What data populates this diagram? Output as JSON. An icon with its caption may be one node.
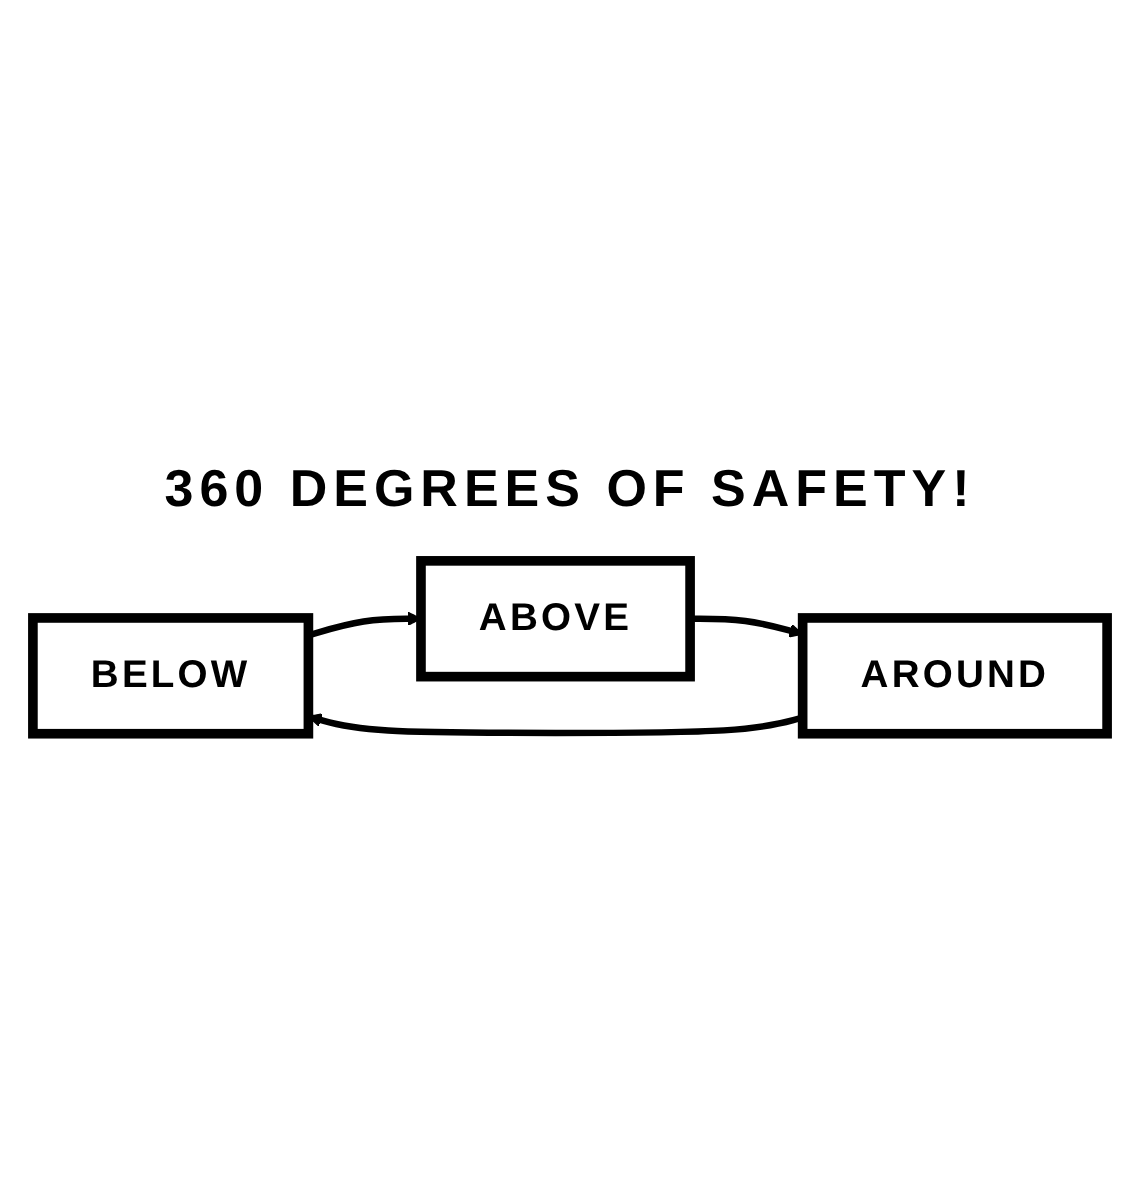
{
  "diagram": {
    "nodes": [
      {
        "text": [
          "BELOW"
        ]
      },
      {
        "text": [
          "ABOVE"
        ]
      },
      {
        "text": [
          "AROUND"
        ]
      }
    ],
    "edges": [
      {
        "from": 0,
        "to": 1,
        "arrow": "to"
      },
      {
        "from": 1,
        "to": 2,
        "arrow": "to"
      },
      {
        "from": 2,
        "to": 0,
        "arrow": "to"
      }
    ],
    "labels": [
      "360 DEGREES OF SAFETY!"
    ]
  }
}
